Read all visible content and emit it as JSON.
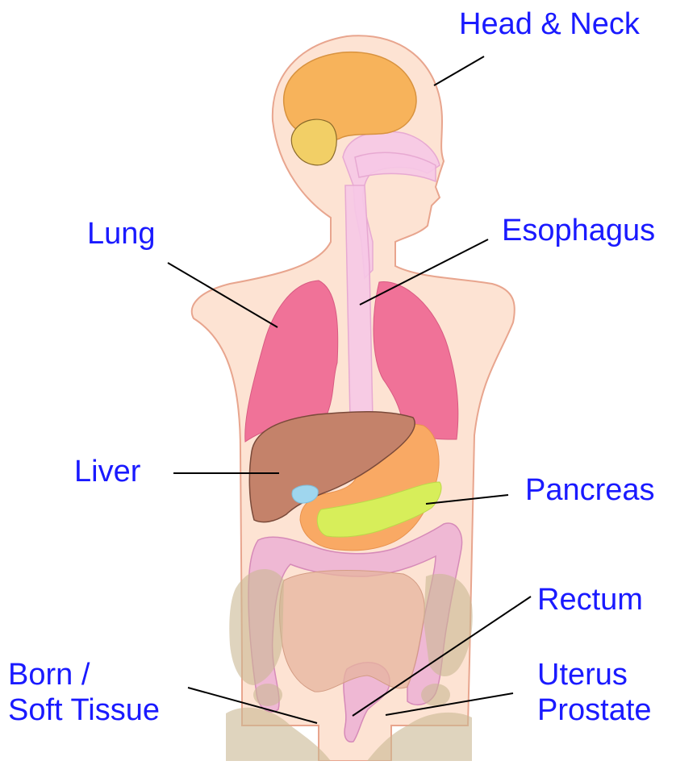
{
  "colors": {
    "label_text": "#1a1aff",
    "leader_line": "#000000",
    "skin_fill": "#fde3d3",
    "skin_stroke": "#e8a58e",
    "brain": "#f7b35b",
    "cerebellum": "#f2cf66",
    "airway": "#f6c8e6",
    "lung": "#f07298",
    "liver": "#c4826a",
    "gallbladder": "#9fd6ee",
    "stomach": "#f9a964",
    "pancreas": "#d7ee5a",
    "colon": "#edb2d4",
    "small_intestine": "#e6b49d",
    "pelvis": "#c9b792"
  },
  "labels": {
    "head_neck": "Head & Neck",
    "esophagus": "Esophagus",
    "lung": "Lung",
    "liver": "Liver",
    "pancreas": "Pancreas",
    "rectum": "Rectum",
    "born_line1": "Born /",
    "born_line2": "Soft Tissue",
    "uterus_line1": "Uterus",
    "uterus_line2": "Prostate"
  }
}
